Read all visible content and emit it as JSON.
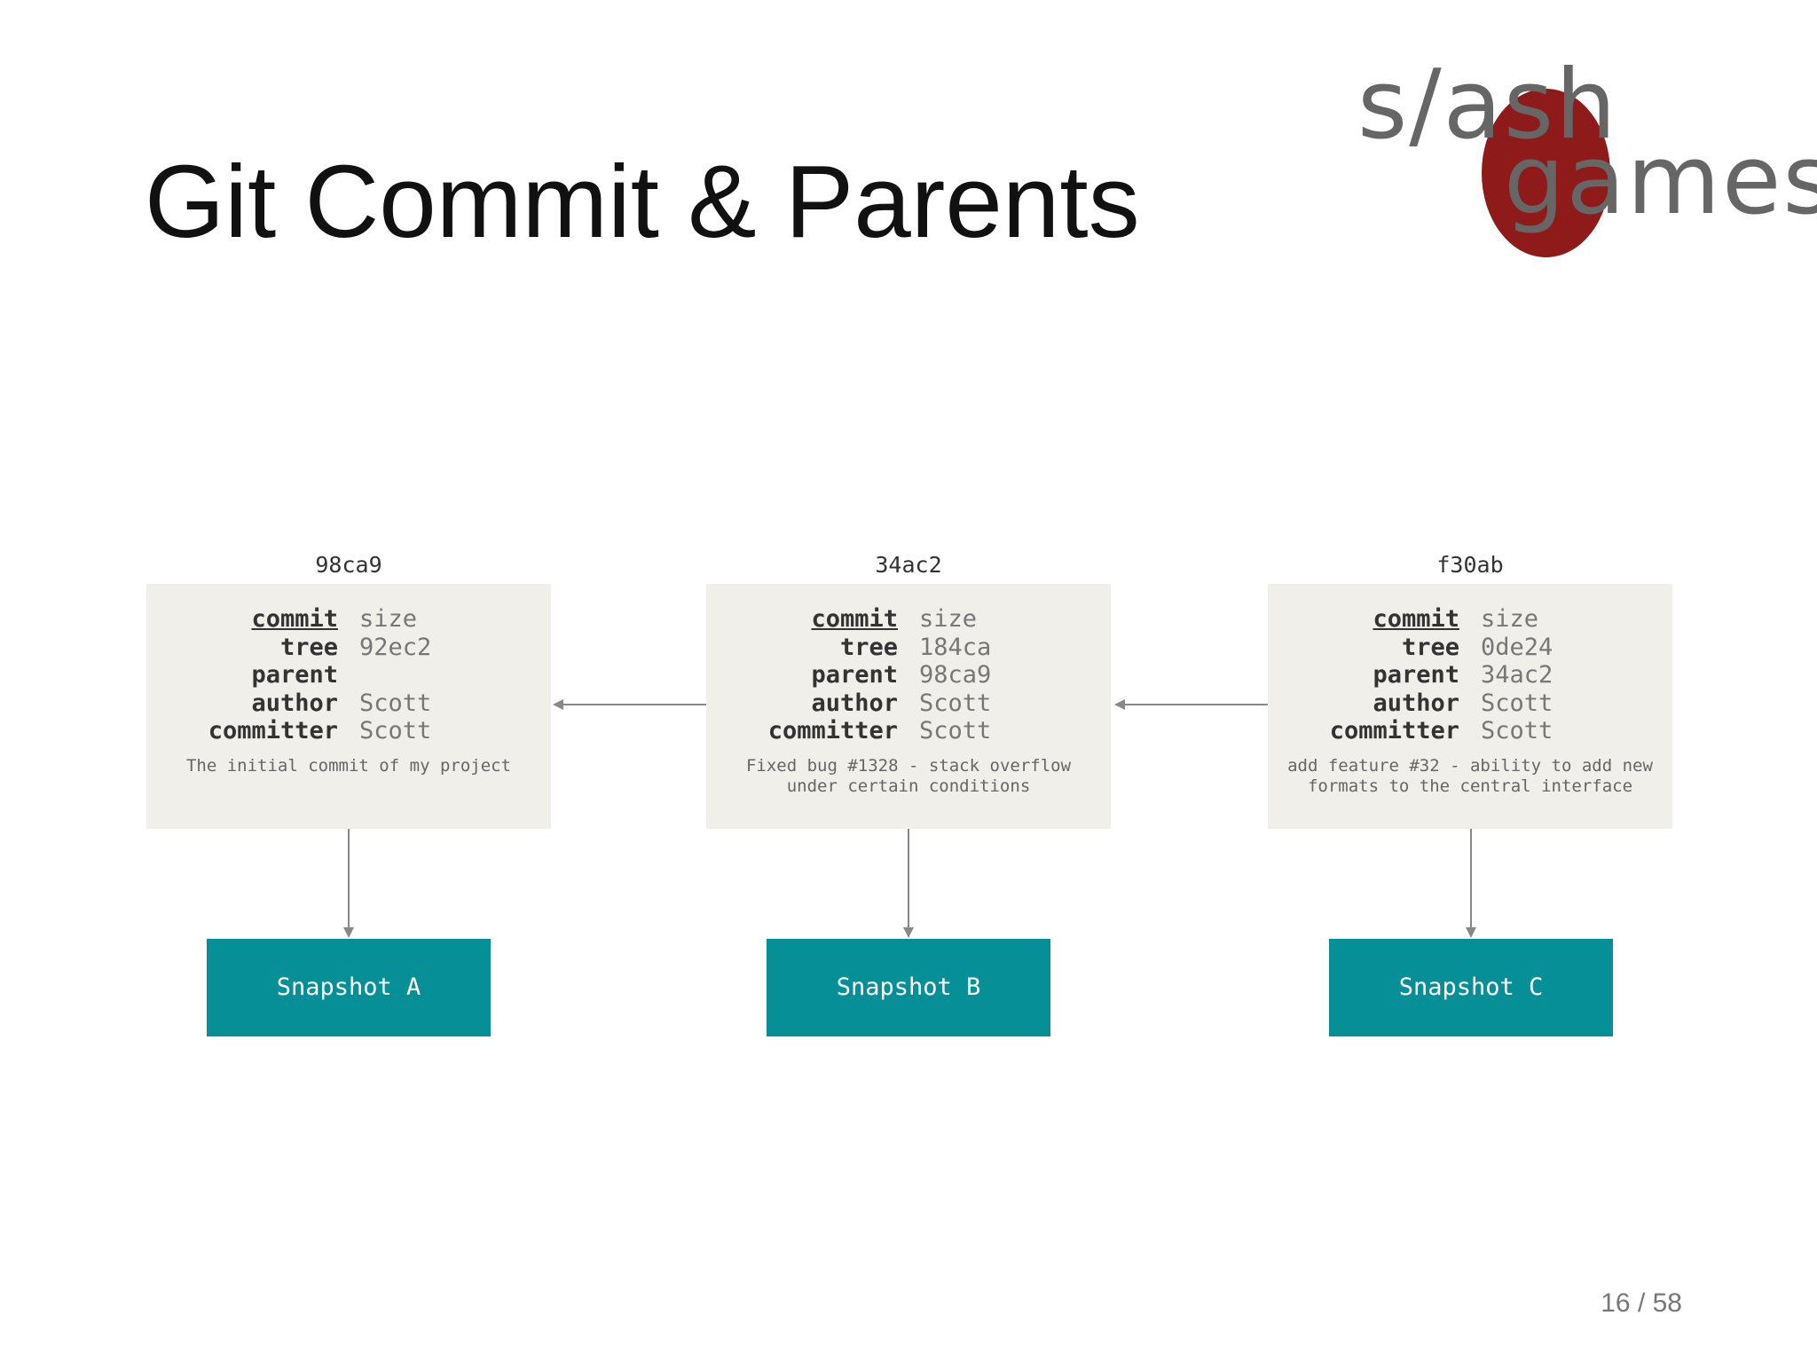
{
  "slide": {
    "title": "Git Commit & Parents",
    "page": "16 / 58"
  },
  "logo": {
    "line1": "s/ash",
    "line2": "games",
    "brand_color": "#8e1a1a"
  },
  "labels": {
    "commit": "commit",
    "tree": "tree",
    "parent": "parent",
    "author": "author",
    "committer": "committer"
  },
  "commits": [
    {
      "hash": "98ca9",
      "commit": "size",
      "tree": "92ec2",
      "parent": "",
      "author": "Scott",
      "committer": "Scott",
      "message": "The initial commit of my project",
      "snapshot": "Snapshot A"
    },
    {
      "hash": "34ac2",
      "commit": "size",
      "tree": "184ca",
      "parent": "98ca9",
      "author": "Scott",
      "committer": "Scott",
      "message": "Fixed bug #1328 - stack overflow\nunder certain conditions",
      "snapshot": "Snapshot B"
    },
    {
      "hash": "f30ab",
      "commit": "size",
      "tree": "0de24",
      "parent": "34ac2",
      "author": "Scott",
      "committer": "Scott",
      "message": "add feature #32 - ability to add new\nformats to the central interface",
      "snapshot": "Snapshot C"
    }
  ],
  "colors": {
    "commit_box": "#f0efea",
    "snapshot_box": "#078f97",
    "arrow": "#888888"
  }
}
